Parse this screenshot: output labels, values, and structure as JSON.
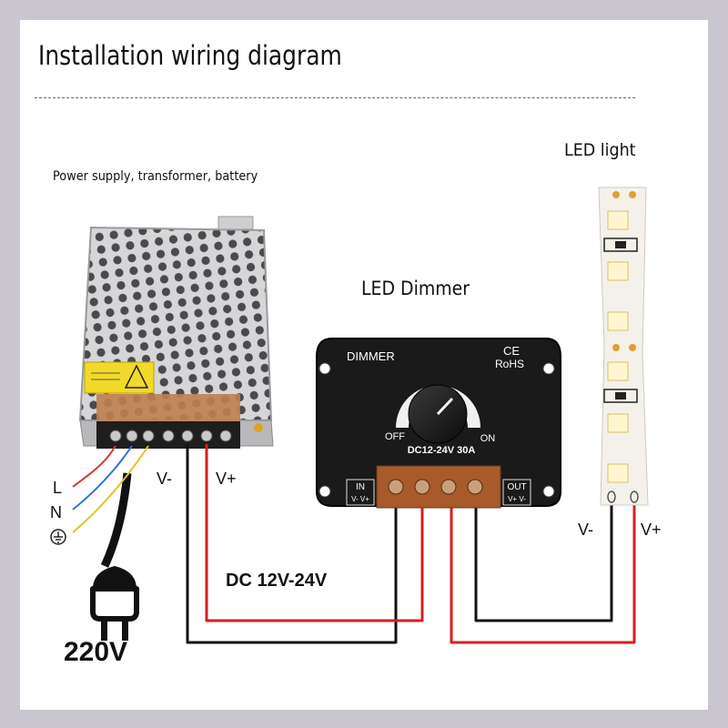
{
  "title": "Installation wiring diagram",
  "labels": {
    "power_supply": "Power supply, transformer, battery",
    "led_dimmer": "LED Dimmer",
    "led_light": "LED light",
    "dc_voltage": "DC 12V-24V",
    "mains_voltage": "220V",
    "psu_v_minus": "V-",
    "psu_v_plus": "V+",
    "led_v_minus": "V-",
    "led_v_plus": "V+",
    "line": "L",
    "neutral": "N"
  },
  "dimmer": {
    "brand": "DIMMER",
    "ce_mark": "CE",
    "rohs": "RoHS",
    "off": "OFF",
    "on": "ON",
    "rating": "DC12-24V 30A",
    "in_label": "IN",
    "out_label": "OUT",
    "in_pins": "V- V+",
    "out_pins": "V+ V-"
  },
  "colors": {
    "wire_red": "#d81e1e",
    "wire_black": "#111111",
    "wire_live": "#d43a3a",
    "wire_neutral": "#2f6fd8",
    "wire_earth": "#e2c51e",
    "terminal_copper": "#b0622e",
    "led_strip": "#f4f1ea"
  },
  "icons": [
    "earth-ground-icon",
    "power-plug-icon",
    "dimmer-knob-icon"
  ]
}
